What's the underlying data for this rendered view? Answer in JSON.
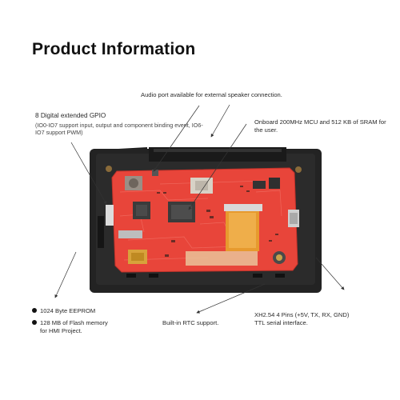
{
  "title": "Product Information",
  "annotations": {
    "audio": "Audio port available for external speaker connection.",
    "gpio_title": "8 Digital extended GPIO",
    "gpio_detail": "(IO0-IO7 support input, output and component binding event, IO6-IO7 support PWM)",
    "mcu": "Onboard 200MHz MCU and 512 KB of SRAM for the user.",
    "eeprom": "1024 Byte EEPROM",
    "flash_line1": "128 MB of Flash memory",
    "flash_line2": "for HMI Project.",
    "rtc": "Built-in RTC support.",
    "xh_line1": "XH2.54 4 Pins (+5V, TX, RX, GND)",
    "xh_line2": "TTL serial interface."
  },
  "colors": {
    "pcb": "#e8453a",
    "enclosure": "#1e1e1e",
    "lcd": "#e79a2e"
  }
}
